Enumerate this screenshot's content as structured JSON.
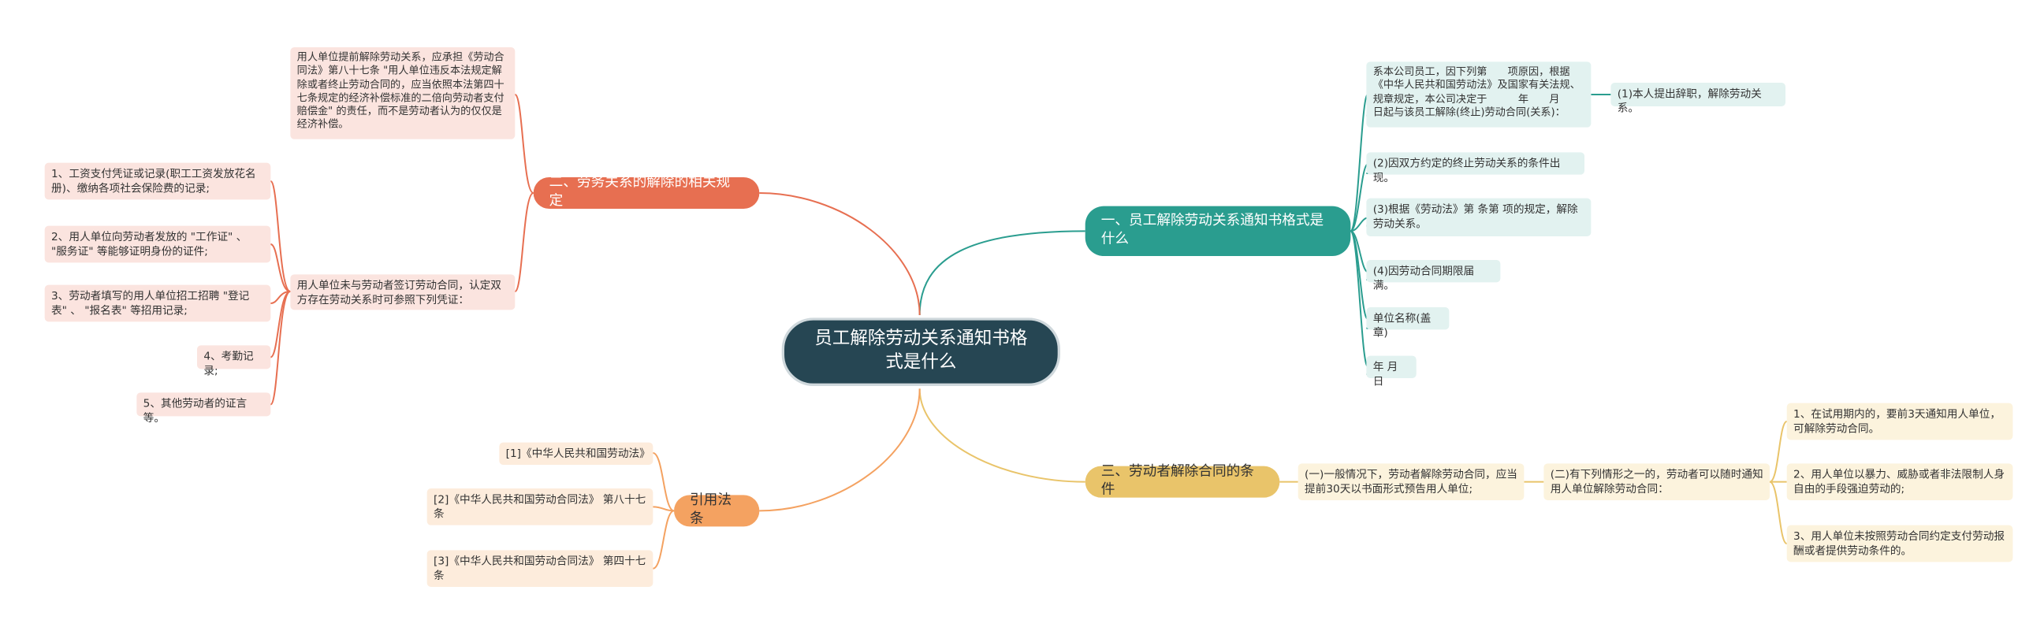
{
  "root": {
    "text": "员工解除劳动关系通知书格式是什么"
  },
  "branches": {
    "b1": {
      "label": "一、员工解除劳动关系通知书格式是什么",
      "items": [
        "系本公司员工，因下列第　　项原因，根据《中华人民共和国劳动法》及国家有关法规、规章规定，本公司决定于　　　年　　月　　日起与该员工解除(终止)劳动合同(关系)：",
        "(2)因双方约定的终止劳动关系的条件出现。",
        "(3)根据《劳动法》第 条第 项的规定，解除劳动关系。",
        "(4)因劳动合同期限届满。",
        "单位名称(盖章)",
        "年 月 日"
      ],
      "sub": "(1)本人提出辞职，解除劳动关系。"
    },
    "b2": {
      "label": "二、劳务关系的解除的相关规定",
      "top": "用人单位提前解除劳动关系，应承担《劳动合同法》第八十七条 \"用人单位违反本法规定解除或者终止劳动合同的，应当依照本法第四十七条规定的经济补偿标准的二倍向劳动者支付赔偿金\" 的责任，而不是劳动者认为的仅仅是经济补偿。",
      "mid": "用人单位未与劳动者签订劳动合同，认定双方存在劳动关系时可参照下列凭证：",
      "evidence": [
        "1、工资支付凭证或记录(职工工资发放花名册)、缴纳各项社会保险费的记录;",
        "2、用人单位向劳动者发放的 \"工作证\" 、 \"服务证\" 等能够证明身份的证件;",
        "3、劳动者填写的用人单位招工招聘 \"登记表\" 、 \"报名表\" 等招用记录;",
        "4、考勤记录;",
        "5、其他劳动者的证言等。"
      ]
    },
    "b3": {
      "label": "三、劳动者解除合同的条件",
      "first": "(一)一般情况下，劳动者解除劳动合同，应当提前30天以书面形式预告用人单位;",
      "second": "(二)有下列情形之一的，劳动者可以随时通知用人单位解除劳动合同：",
      "conditions": [
        "1、在试用期内的，要前3天通知用人单位，可解除劳动合同。",
        "2、用人单位以暴力、威胁或者非法限制人身自由的手段强迫劳动的;",
        "3、用人单位未按照劳动合同约定支付劳动报酬或者提供劳动条件的。"
      ]
    },
    "b4": {
      "label": "引用法条",
      "refs": [
        "[1]《中华人民共和国劳动法》",
        "[2]《中华人民共和国劳动合同法》 第八十七条",
        "[3]《中华人民共和国劳动合同法》 第四十七条"
      ]
    }
  },
  "colors": {
    "root": "#264653",
    "teal": "#2a9d8f",
    "red": "#e76f51",
    "yellow": "#e9c46a",
    "orange": "#f4a261"
  }
}
